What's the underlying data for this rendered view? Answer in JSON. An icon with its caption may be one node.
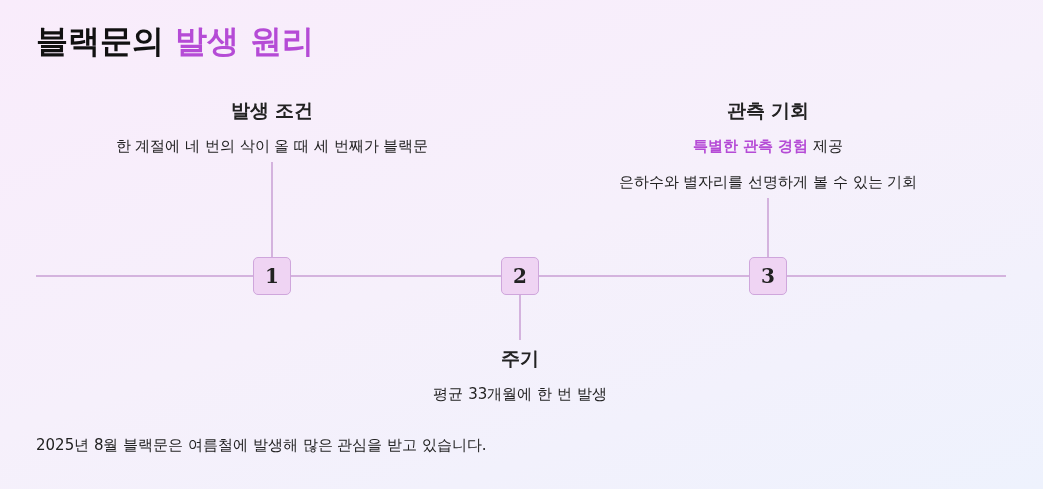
{
  "diagram": {
    "title": "블랙문의 **발생 원리**",
    "caption": "2025년 8월 블랙문은 여름철에 발생해 많은 관심을 받고 있습니다.",
    "nodes": [
      {
        "text": [
          "발생 조건",
          "한 계절에 네 번의 삭이 올 때 세 번째가 블랙문"
        ]
      },
      {
        "text": [
          "1"
        ]
      },
      {
        "text": [
          "2"
        ]
      },
      {
        "text": [
          "주기",
          "평균 33개월에 한 번 발생"
        ]
      },
      {
        "text": [
          "관측 기회",
          "**특별한 관측 경험** 제공",
          "은하수와 별자리를 선명하게 볼 수 있는 기회"
        ]
      },
      {
        "text": [
          "3"
        ]
      }
    ],
    "edges": [
      {
        "from": 0,
        "to": 1,
        "arrow": "none"
      },
      {
        "from": 1,
        "to": 2,
        "arrow": "none"
      },
      {
        "from": 2,
        "to": 3,
        "arrow": "none"
      },
      {
        "from": 2,
        "to": 5,
        "arrow": "none"
      },
      {
        "from": 4,
        "to": 5,
        "arrow": "none"
      }
    ]
  }
}
